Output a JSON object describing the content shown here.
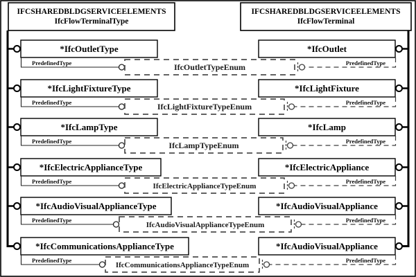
{
  "diagram": {
    "title": "EXPRESS-G diagram: IfcFlowTerminal types and enumerations",
    "left_header": {
      "line1": "IFCSHAREDBLDGSERVICEELEMENTS",
      "line2": "IfcFlowTerminalType"
    },
    "right_header": {
      "line1": "IFCSHAREDBLDGSERVICEELEMENTS",
      "line2": "IfcFlowTerminal"
    },
    "attribute_label": "PredefinedType",
    "colors": {
      "line": "#000000",
      "dashed_line": "#3d3d3d",
      "background": "#ffffff"
    },
    "rows": [
      {
        "type_entity": "*IfcOutletType",
        "instance_entity": "*IfcOutlet",
        "enum": "IfcOutletTypeEnum"
      },
      {
        "type_entity": "*IfcLightFixtureType",
        "instance_entity": "*IfcLightFixture",
        "enum": "IfcLightFixtureTypeEnum"
      },
      {
        "type_entity": "*IfcLampType",
        "instance_entity": "*IfcLamp",
        "enum": "IfcLampTypeEnum"
      },
      {
        "type_entity": "*IfcElectricApplianceType",
        "instance_entity": "*IfcElectricAppliance",
        "enum": "IfcElectricApplianceTypeEnum"
      },
      {
        "type_entity": "*IfcAudioVisualApplianceType",
        "instance_entity": "*IfcAudioVisualAppliance",
        "enum": "IfcAudioVisualApplianceTypeEnum"
      },
      {
        "type_entity": "*IfcCommunicationsApplianceType",
        "instance_entity": "*IfcAudioVisualAppliance",
        "enum": "IfcCommunicationsApplianceTypeEnum"
      }
    ]
  }
}
